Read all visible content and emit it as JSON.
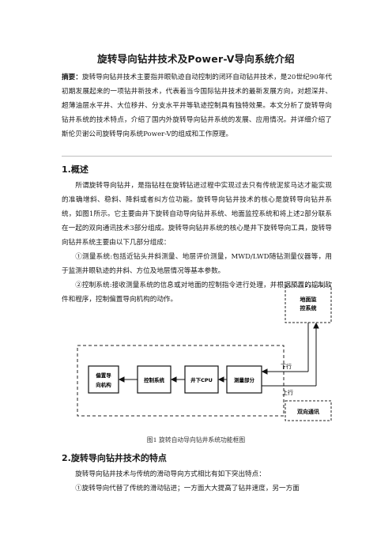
{
  "doc": {
    "title": "旋转导向钻井技术及Power-V导向系统介绍",
    "abstract_label": "摘要：",
    "abstract_text": "旋转导向钻井技术主要指井眼轨迹自动控制的闭环自动钻井技术，是20世纪90年代初期发展起来的一项钻井新技术，代表着当今国际钻井技术的最新发展方向，对超深井、超薄油层水平井、大位移井、分支水平井等轨迹控制具有独特效果。本文分析了旋转导向钻井系统的技术特点，介绍了国内外旋转导向钻井系统的发展、应用情况。并详细介绍了斯伦贝谢公司旋转导向系统Power-V的组成和工作原理。",
    "section1": {
      "heading": "1.概述",
      "paragraphs": [
        "所谓旋转导向钻井，是指钻柱在旋转钻进过程中实现过去只有传统泥浆马达才能实现的准确增斜、稳斜、降斜或者纠方位功能。旋转导向钻井技术的核心是旋转导向钻井系统，如图1所示。它主要由井下旋转自动导向钻井系统、地面监控系统和将上述2部分联系在一起的双向通讯技术3部分组成。旋转导向钻井系统的核心是井下旋转导向工具，旋转导向钻井系统主要由以下几部分组成：",
        "①测量系统:包括近钻头井斜测量、地层评价测量，MWD/LWD随钻测量仪器等，用于监测井眼轨迹的井斜、方位及地层情况等基本参数。",
        "②控制系统:接收测量系统的信息或对地面的控制指令进行处理，并根据预置的控制软件和程序，控制偏置导向机构的动作。"
      ]
    },
    "figure": {
      "blocks": {
        "steer": "偏置导向机构",
        "control": "控制系统",
        "cpu": "井下CPU",
        "measure": "测量部分",
        "surface": "地面监控系统",
        "comm": "双向通讯"
      },
      "down_label": "下行",
      "up_label": "上行",
      "caption": "图1 旋转自动导向钻井系统功能框图"
    },
    "section2": {
      "heading": "2.旋转导向钻井技术的特点",
      "paragraphs": [
        "旋转导向钻井技术与传统的滑动导向方式相比有如下突出特点：",
        "①旋转导向代替了传统的滑动钻进；一方面大大提高了钻井速度，另一方面"
      ]
    }
  }
}
